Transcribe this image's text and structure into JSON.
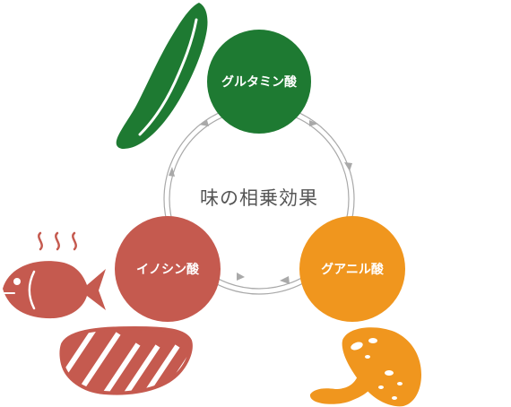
{
  "title": "味の相乗効果",
  "nodes": [
    {
      "id": "glutamate",
      "label": "グルタミン酸",
      "color": "#1e7a32"
    },
    {
      "id": "inosinate",
      "label": "イノシン酸",
      "color": "#c55a4f"
    },
    {
      "id": "guanylate",
      "label": "グアニル酸",
      "color": "#f0961e"
    }
  ],
  "icons": {
    "glutamate": "edamame-pod-icon",
    "inosinate": [
      "steam-icon",
      "fish-icon",
      "meat-steak-icon"
    ],
    "guanylate": "shiitake-mushroom-icon"
  },
  "colors": {
    "ring": "#a9a9a9",
    "text": "#555555"
  }
}
